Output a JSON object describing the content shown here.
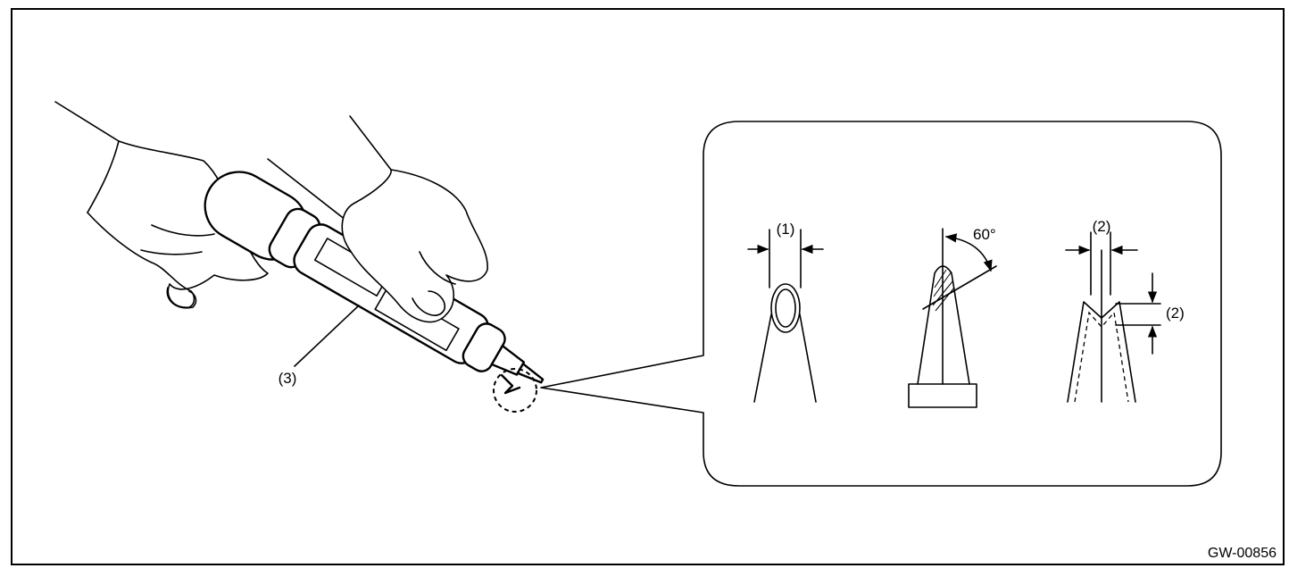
{
  "figure_id": "GW-00856",
  "callouts": {
    "c1": "(1)",
    "c2_top": "(2)",
    "c2_side": "(2)",
    "c3": "(3)"
  },
  "angle_label": "60°"
}
